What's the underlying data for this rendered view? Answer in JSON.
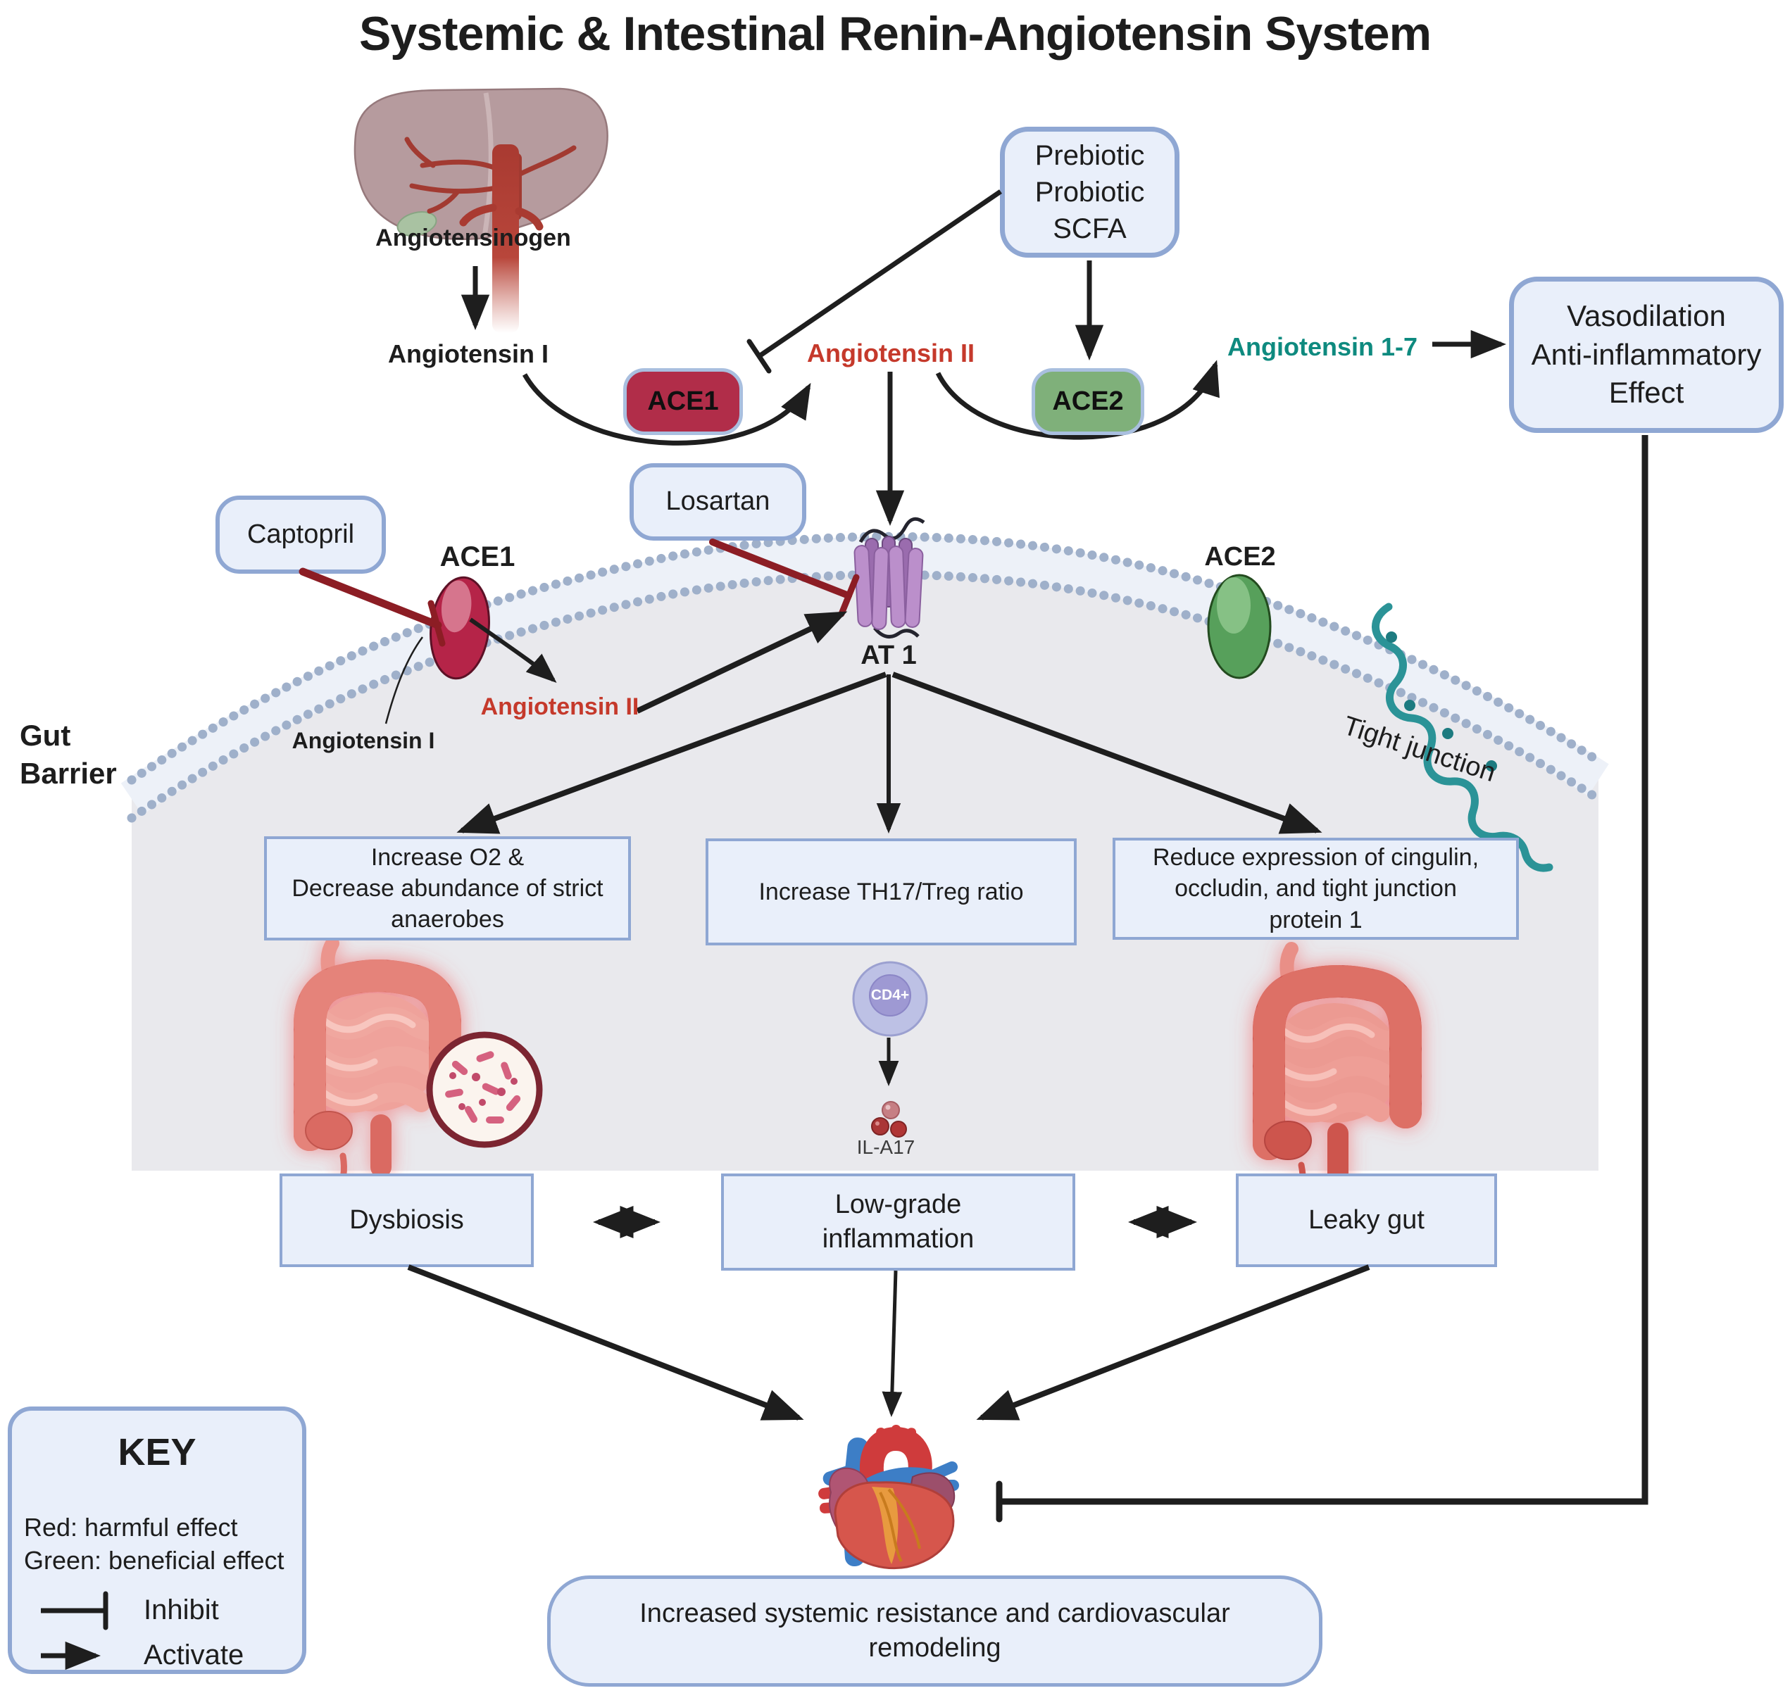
{
  "title": "Systemic & Intestinal Renin-Angiotensin System",
  "top": {
    "angiotensinogen": "Angiotensinogen",
    "angiotensin_i": "Angiotensin I",
    "ace1_enzyme": "ACE1",
    "angiotensin_ii": "Angiotensin II",
    "prebiotic_lines": [
      "Prebiotic",
      "Probiotic",
      "SCFA"
    ],
    "ace2_enzyme": "ACE2",
    "angiotensin_1_7": "Angiotensin 1-7",
    "vasodilation_lines": [
      "Vasodilation",
      "Anti-inflammatory",
      "Effect"
    ]
  },
  "membrane": {
    "captopril": "Captopril",
    "losartan": "Losartan",
    "ace1_label": "ACE1",
    "at1_label": "AT 1",
    "ace2_label": "ACE2",
    "tight_junction": "Tight junction",
    "gut_barrier_lines": [
      "Gut",
      "Barrier"
    ],
    "angiotensin_i_inner": "Angiotensin I",
    "angiotensin_ii_inner": "Angiotensin II"
  },
  "effects": [
    {
      "lines": [
        "Increase O2 &",
        "Decrease abundance of strict",
        "anaerobes"
      ]
    },
    {
      "lines": [
        "Increase TH17/Treg ratio"
      ]
    },
    {
      "lines": [
        "Reduce expression of cingulin,",
        "occludin, and tight junction",
        "protein 1"
      ]
    }
  ],
  "immune": {
    "cd4_label": "CD4+",
    "cytokine_label": "IL-A17"
  },
  "outcomes": [
    {
      "lines": [
        "Dysbiosis"
      ]
    },
    {
      "lines": [
        "Low-grade",
        "inflammation"
      ]
    },
    {
      "lines": [
        "Leaky gut"
      ]
    }
  ],
  "final_outcome_lines": [
    "Increased systemic resistance and cardiovascular",
    "remodeling"
  ],
  "key": {
    "title": "KEY",
    "red_note": "Red: harmful effect",
    "green_note": "Green: beneficial effect",
    "inhibit_label": "Inhibit",
    "activate_label": "Activate"
  },
  "colors": {
    "harmful_red": "#c5392b",
    "beneficial_teal": "#0e8a7f",
    "inhibit_dark_red": "#8c1d24",
    "box_fill": "#e9effa",
    "box_border": "#8fa7d3",
    "ace1_fill": "#b12d49",
    "ace2_fill": "#7fb07a",
    "membrane_bead": "#9fb0ca",
    "gut_fill": "#e9e9ed",
    "arrow_black": "#1e1e1e"
  }
}
